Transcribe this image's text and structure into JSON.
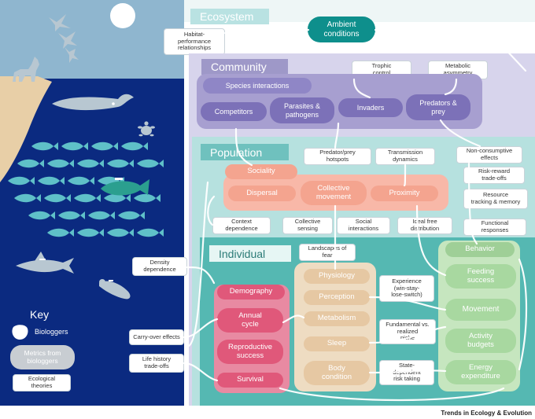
{
  "colors": {
    "ocean": "#0b2a80",
    "sky": "#8fb6cf",
    "cliff": "#e8cfa7",
    "ecosystem_accent": "#0e8f8c",
    "community_accent": "#8f86c6",
    "population_accent": "#9fd7d6",
    "individual_accent": "#55b8b2",
    "coral": "#f8b8a8",
    "pink": "#e0587a",
    "tan": "#e6c8a3",
    "green": "#a8d8a0"
  },
  "icons": [
    "sun-icon",
    "bird-icon",
    "wolf-icon",
    "whale-icon",
    "turtle-icon",
    "fish-icon",
    "shark-icon",
    "seal-icon",
    "tag-icon"
  ],
  "ecosystem": {
    "title": "Ecosystem",
    "ambient_conditions": "Ambient\nconditions",
    "habitat_performance": "Habitat-\nperformance\nrelationships"
  },
  "community": {
    "title": "Community",
    "species_interactions": "Species interactions",
    "trophic_control": "Trophic\ncontrol",
    "metabolic_asymmetry": "Metabolic\nasymmetry",
    "competitors": "Competitors",
    "parasites": "Parasites &\npathogens",
    "invaders": "Invaders",
    "predators": "Predators &\nprey"
  },
  "population": {
    "title": "Population",
    "predator_prey_hotspots": "Predator/prey\nhotspots",
    "transmission_dynamics": "Transmission\ndynamics",
    "non_consumptive": "Non-consumptive\neffects",
    "risk_reward": "Risk-reward\ntrade-offs",
    "resource_tracking": "Resource\ntracking & memory",
    "functional_responses": "Functional\nresponses",
    "sociality": "Sociality",
    "dispersal": "Dispersal",
    "collective_movement": "Collective\nmovement",
    "proximity": "Proximity",
    "context_dependence": "Context\ndependence",
    "collective_sensing": "Collective\nsensing",
    "social_interactions": "Social\ninteractions",
    "ideal_free": "Ideal free\ndistribution",
    "density_dependence": "Density\ndependence"
  },
  "individual": {
    "title": "Individual",
    "landscapes_of_fear": "Landscapes of\nfear",
    "physiology": "Physiology",
    "perception": "Perception",
    "metabolism": "Metabolism",
    "sleep": "Sleep",
    "body_condition": "Body\ncondition",
    "experience": "Experience\n(win-stay-\nlose-switch)",
    "fundamental_niche": "Fundamental vs.\nrealized\nniche",
    "state_dependent": "State-\ndependent\nrisk taking",
    "behavior": "Behavior",
    "feeding_success": "Feeding\nsuccess",
    "movement": "Movement",
    "activity_budgets": "Activity\nbudgets",
    "energy_expenditure": "Energy\nexpenditure",
    "demography": "Demography",
    "annual_cycle": "Annual\ncycle",
    "reproductive_success": "Reproductive\nsuccess",
    "survival": "Survival",
    "carry_over": "Carry-over effects",
    "life_history": "Life history\ntrade-offs"
  },
  "key": {
    "title": "Key",
    "biologgers": "Biologgers",
    "metrics": "Metrics from\nbiologgers",
    "theories": "Ecological\ntheories"
  },
  "footer": {
    "journal": "Trends in Ecology & Evolution"
  }
}
